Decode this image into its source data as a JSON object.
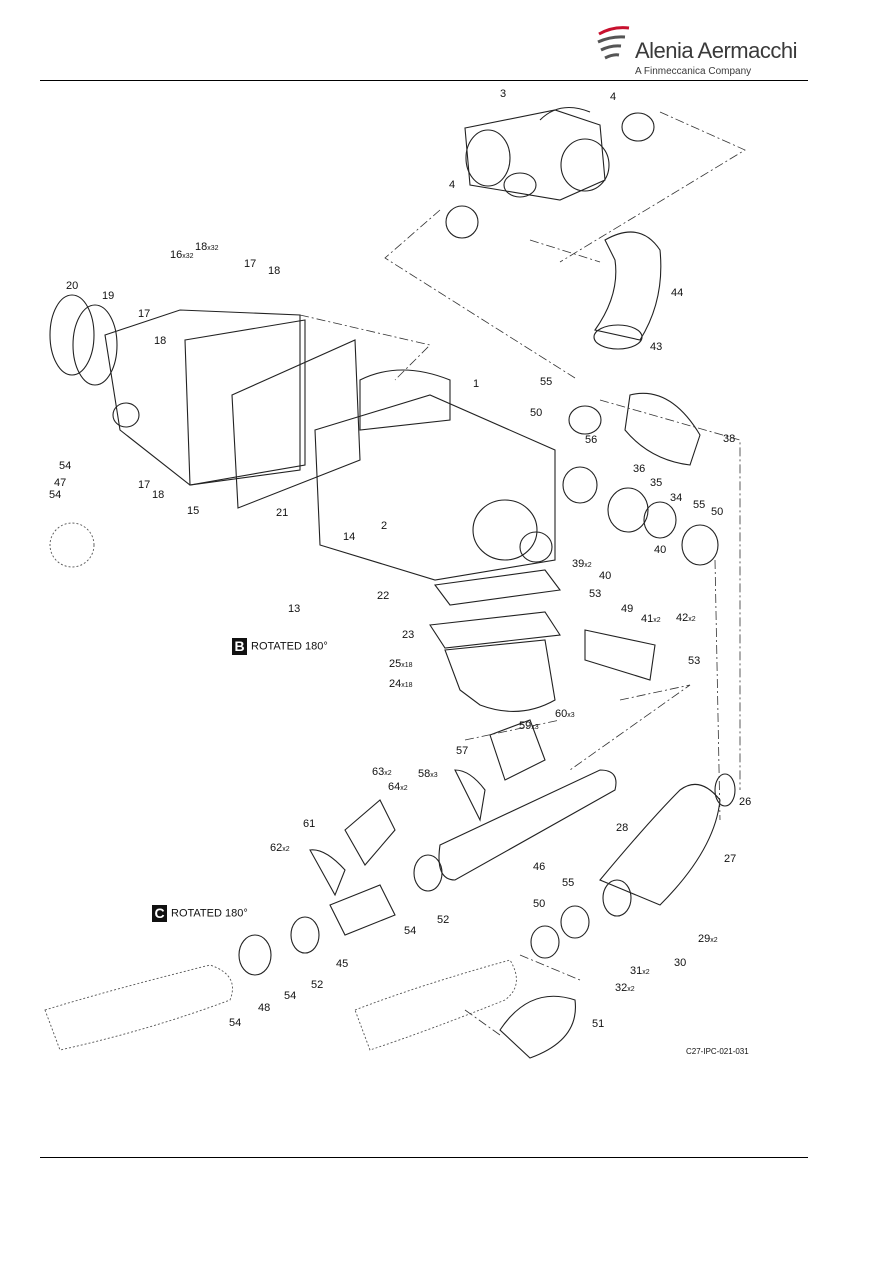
{
  "header": {
    "brand_name": "Alenia Aermacchi",
    "brand_tagline": "A Finmeccanica Company",
    "brand_color": "#c8102e"
  },
  "figure": {
    "figure_id": "C27-IPC-021-031",
    "view_b": {
      "badge": "B",
      "text": "ROTATED 180°"
    },
    "view_c": {
      "badge": "C",
      "text": "ROTATED 180°"
    },
    "callouts": [
      {
        "n": "3",
        "q": ""
      },
      {
        "n": "4",
        "q": ""
      },
      {
        "n": "4",
        "q": ""
      },
      {
        "n": "44",
        "q": ""
      },
      {
        "n": "43",
        "q": ""
      },
      {
        "n": "16",
        "q": "x32"
      },
      {
        "n": "18",
        "q": "x32"
      },
      {
        "n": "17",
        "q": ""
      },
      {
        "n": "18",
        "q": ""
      },
      {
        "n": "20",
        "q": ""
      },
      {
        "n": "19",
        "q": ""
      },
      {
        "n": "17",
        "q": ""
      },
      {
        "n": "18",
        "q": ""
      },
      {
        "n": "1",
        "q": ""
      },
      {
        "n": "55",
        "q": ""
      },
      {
        "n": "50",
        "q": ""
      },
      {
        "n": "38",
        "q": ""
      },
      {
        "n": "56",
        "q": ""
      },
      {
        "n": "36",
        "q": ""
      },
      {
        "n": "35",
        "q": ""
      },
      {
        "n": "34",
        "q": ""
      },
      {
        "n": "55",
        "q": ""
      },
      {
        "n": "50",
        "q": ""
      },
      {
        "n": "54",
        "q": ""
      },
      {
        "n": "47",
        "q": ""
      },
      {
        "n": "54",
        "q": ""
      },
      {
        "n": "17",
        "q": ""
      },
      {
        "n": "18",
        "q": ""
      },
      {
        "n": "15",
        "q": ""
      },
      {
        "n": "21",
        "q": ""
      },
      {
        "n": "2",
        "q": ""
      },
      {
        "n": "14",
        "q": ""
      },
      {
        "n": "40",
        "q": ""
      },
      {
        "n": "39",
        "q": "x2"
      },
      {
        "n": "40",
        "q": ""
      },
      {
        "n": "41",
        "q": "x2"
      },
      {
        "n": "42",
        "q": "x2"
      },
      {
        "n": "13",
        "q": ""
      },
      {
        "n": "22",
        "q": ""
      },
      {
        "n": "53",
        "q": ""
      },
      {
        "n": "49",
        "q": ""
      },
      {
        "n": "23",
        "q": ""
      },
      {
        "n": "53",
        "q": ""
      },
      {
        "n": "25",
        "q": "x18"
      },
      {
        "n": "24",
        "q": "x18"
      },
      {
        "n": "59",
        "q": "x3"
      },
      {
        "n": "60",
        "q": "x3"
      },
      {
        "n": "57",
        "q": ""
      },
      {
        "n": "63",
        "q": "x2"
      },
      {
        "n": "58",
        "q": "x3"
      },
      {
        "n": "64",
        "q": "x2"
      },
      {
        "n": "26",
        "q": ""
      },
      {
        "n": "28",
        "q": ""
      },
      {
        "n": "61",
        "q": ""
      },
      {
        "n": "62",
        "q": "x2"
      },
      {
        "n": "46",
        "q": ""
      },
      {
        "n": "27",
        "q": ""
      },
      {
        "n": "55",
        "q": ""
      },
      {
        "n": "50",
        "q": ""
      },
      {
        "n": "54",
        "q": ""
      },
      {
        "n": "52",
        "q": ""
      },
      {
        "n": "45",
        "q": ""
      },
      {
        "n": "29",
        "q": "x2"
      },
      {
        "n": "30",
        "q": ""
      },
      {
        "n": "31",
        "q": "x2"
      },
      {
        "n": "32",
        "q": "x2"
      },
      {
        "n": "48",
        "q": ""
      },
      {
        "n": "54",
        "q": ""
      },
      {
        "n": "54",
        "q": ""
      },
      {
        "n": "52",
        "q": ""
      },
      {
        "n": "51",
        "q": ""
      }
    ]
  }
}
